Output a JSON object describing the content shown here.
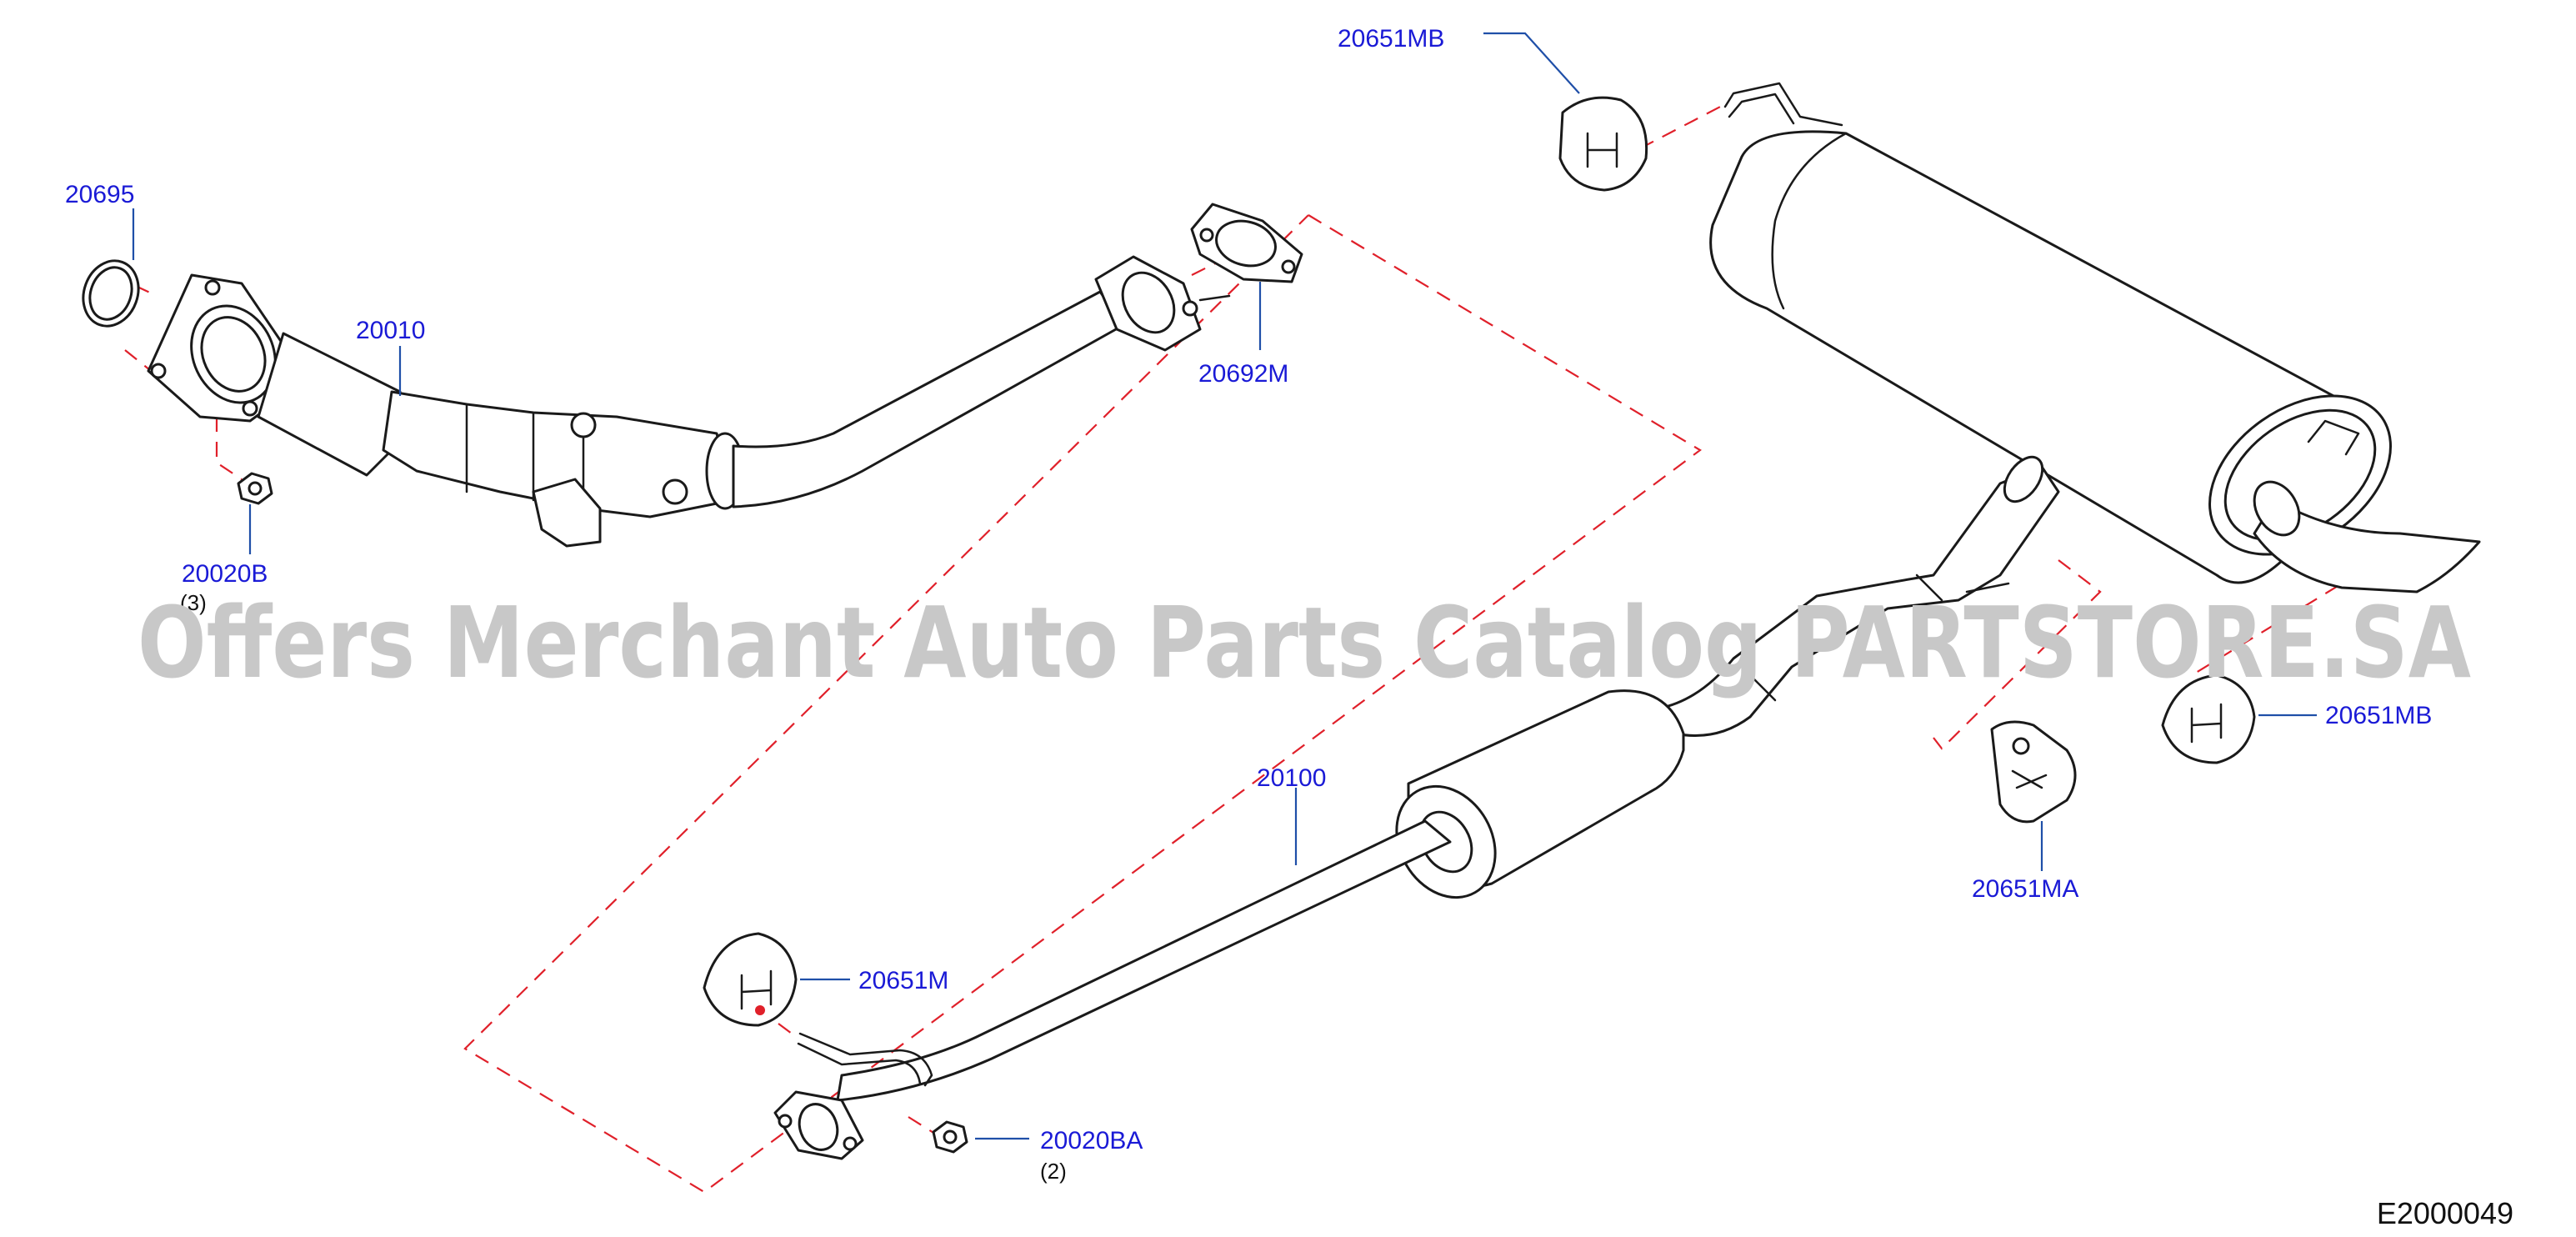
{
  "colors": {
    "callout_text": "#1a1ad6",
    "leader_line": "#1f4fa8",
    "dashed_guide": "#e0202a",
    "line_art": "#1a1a1a",
    "watermark": "#c8c8c8"
  },
  "watermark": "Offers Merchant Auto Parts Catalog PARTSTORE.SA",
  "figure_code": "E2000049",
  "callouts": {
    "p20695": "20695",
    "p20010": "20010",
    "p20020B": "20020B",
    "p20020B_qty": "(3)",
    "p20692M": "20692M",
    "p20651MB_top": "20651MB",
    "p20651MB_right": "20651MB",
    "p20651MA": "20651MA",
    "p20100": "20100",
    "p20651M": "20651M",
    "p20020BA": "20020BA",
    "p20020BA_qty": "(2)"
  }
}
